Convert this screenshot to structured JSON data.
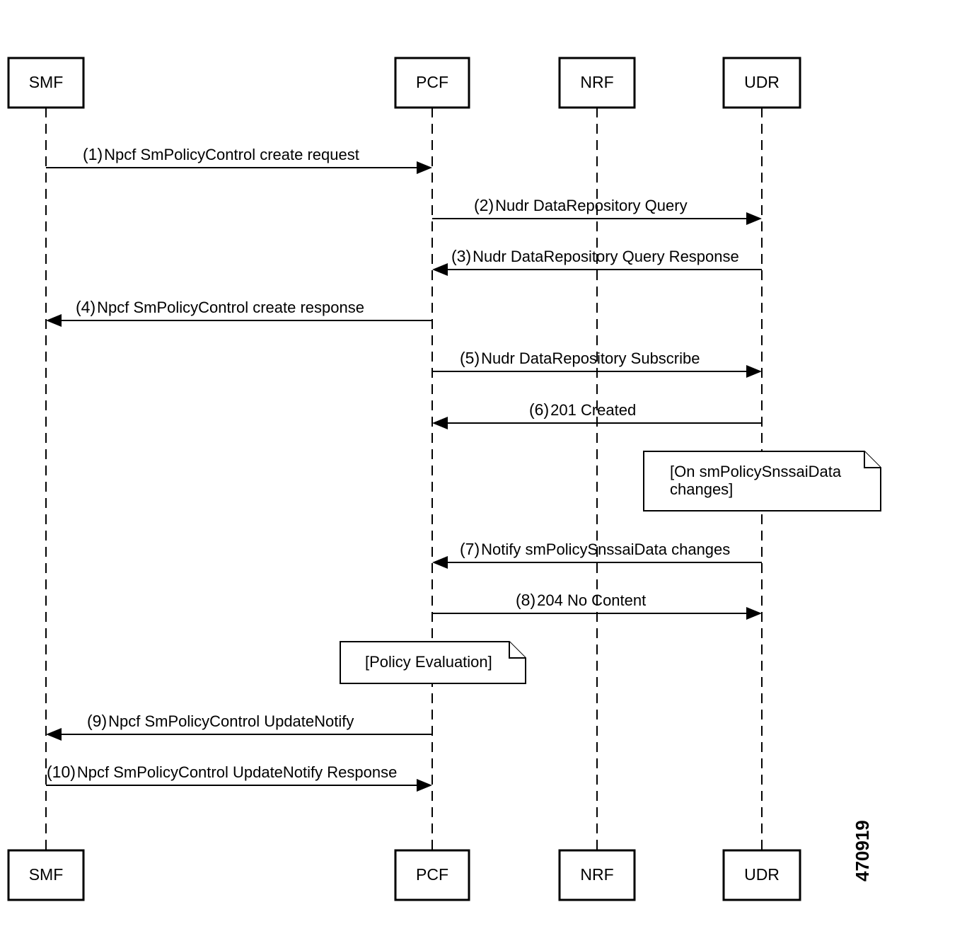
{
  "participants": [
    {
      "id": "smf",
      "label": "SMF"
    },
    {
      "id": "pcf",
      "label": "PCF"
    },
    {
      "id": "nrf",
      "label": "NRF"
    },
    {
      "id": "udr",
      "label": "UDR"
    }
  ],
  "messages": [
    {
      "num": "(1)",
      "text": "Npcf SmPolicyControl create request",
      "from": "smf",
      "to": "pcf"
    },
    {
      "num": "(2)",
      "text": "Nudr DataRepository Query",
      "from": "pcf",
      "to": "udr"
    },
    {
      "num": "(3)",
      "text": "Nudr DataRepository Query Response",
      "from": "udr",
      "to": "pcf"
    },
    {
      "num": "(4)",
      "text": "Npcf SmPolicyControl create response",
      "from": "pcf",
      "to": "smf"
    },
    {
      "num": "(5)",
      "text": "Nudr DataRepository Subscribe",
      "from": "pcf",
      "to": "udr"
    },
    {
      "num": "(6)",
      "text": "201 Created",
      "from": "udr",
      "to": "pcf"
    },
    {
      "num": "(7)",
      "text": "Notify smPolicySnssaiData changes",
      "from": "udr",
      "to": "pcf"
    },
    {
      "num": "(8)",
      "text": "204 No Content",
      "from": "pcf",
      "to": "udr"
    },
    {
      "num": "(9)",
      "text": "Npcf SmPolicyControl UpdateNotify",
      "from": "pcf",
      "to": "smf"
    },
    {
      "num": "(10)",
      "text": "Npcf SmPolicyControl UpdateNotify Response",
      "from": "smf",
      "to": "pcf"
    }
  ],
  "notes": [
    {
      "id": "snssai-note",
      "lines": [
        "[On smPolicySnssaiData",
        "changes]"
      ]
    },
    {
      "id": "policy-note",
      "lines": [
        "[Policy Evaluation]"
      ]
    }
  ],
  "figure_id": "470919"
}
